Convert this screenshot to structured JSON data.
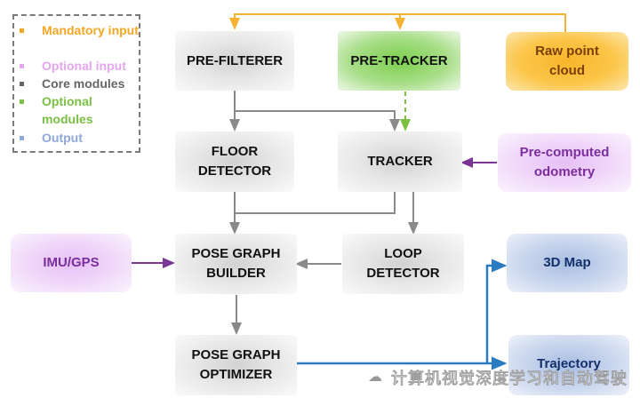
{
  "legend": {
    "items": [
      {
        "label": "Mandatory input",
        "color": "#f5a623"
      },
      {
        "label": "Optional input",
        "color": "#e5a6f0"
      },
      {
        "label": "Core modules",
        "color": "#666666"
      },
      {
        "label": "Optional modules",
        "color": "#7ac143"
      },
      {
        "label": "Output",
        "color": "#8fa9d9"
      }
    ]
  },
  "nodes": {
    "pre_filterer": "PRE-FILTERER",
    "pre_tracker": "PRE-TRACKER",
    "raw_point_cloud": "Raw point cloud",
    "floor_detector": "FLOOR DETECTOR",
    "tracker": "TRACKER",
    "pre_computed_odometry": "Pre-computed odometry",
    "imu_gps": "IMU/GPS",
    "pose_graph_builder": "POSE GRAPH BUILDER",
    "loop_detector": "LOOP DETECTOR",
    "map_3d": "3D Map",
    "pose_graph_optimizer": "POSE GRAPH OPTIMIZER",
    "trajectory": "Trajectory"
  },
  "colors": {
    "mandatory_edge": "#f5b331",
    "core_edge": "#8a8a8a",
    "optional_edge": "#7ac143",
    "optional_input_edge": "#7a3596",
    "output_edge": "#2a7bc0"
  },
  "watermark": "计算机视觉深度学习和自动驾驶"
}
